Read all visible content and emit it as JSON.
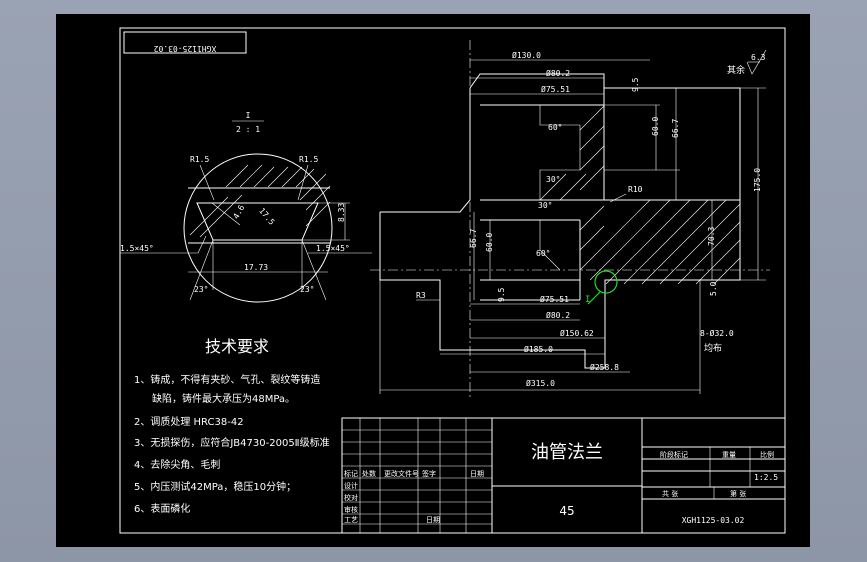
{
  "colors": {
    "background": "#000000",
    "frame": "#8d96a6",
    "lines": "#ffffff",
    "highlight": "#22dd22"
  },
  "drawing_number_rotated": "XGH1125-03.02",
  "roughness_other": "其余",
  "roughness_value": "6.3",
  "detail": {
    "label": "I",
    "scale": "2 : 1",
    "r_left": "R1.5",
    "r_right": "R1.5",
    "dim_width": "17.73",
    "dim_height": "8.33",
    "chamfer_left": "1.5×45°",
    "chamfer_right": "1.5×45°",
    "angle_left": "23°",
    "angle_right": "23°",
    "inner_a": "4.6",
    "inner_b": "17.5"
  },
  "main_view": {
    "d130": "Ø130.0",
    "d80_top": "Ø80.2",
    "d75_top": "Ø75.51",
    "d9_5_top": "9.5",
    "d60_right": "60.0",
    "d66_7_right": "66.7",
    "angle60_top": "60°",
    "angle30_a": "30°",
    "angle30_b": "30°",
    "r10": "R10",
    "d175": "175.0",
    "d70_3": "70.3",
    "d66_7_left": "66.7",
    "d60_left": "60.0",
    "angle60_bottom": "60°",
    "r3": "R3",
    "d9_5_bottom": "9.5",
    "d75_bottom": "Ø75.51",
    "d80_bottom": "Ø80.2",
    "d150": "Ø150.62",
    "d185": "Ø185.0",
    "d258": "Ø258.8",
    "d315": "Ø315.0",
    "d5": "5.0",
    "holes": "8-Ø32.0",
    "holes_note": "均布",
    "detail_marker": "I"
  },
  "tech": {
    "title": "技术要求",
    "items": [
      "1、铸成，不得有夹砂、气孔、裂纹等铸造",
      "缺陷，铸件最大承压为48MPa。",
      "2、调质处理 HRC38-42",
      "3、无损探伤，应符合JB4730-2005Ⅱ级标准",
      "4、去除尖角、毛刺",
      "5、内压测试42MPa，稳压10分钟；",
      "6、表面磷化"
    ]
  },
  "title_block": {
    "part_name": "油管法兰",
    "material": "45",
    "drawing_number": "XGH1125-03.02",
    "stage_mark": "阶段标记",
    "weight": "重量",
    "scale_label": "比例",
    "scale_value": "1:2.5",
    "sheets_total": "共 张",
    "sheet_no": "第 张",
    "rows": [
      "标记",
      "处数",
      "更改文件号",
      "签字",
      "日期"
    ],
    "design": "设计",
    "check": "校对",
    "review": "审核",
    "process": "工艺",
    "date": "日期"
  }
}
